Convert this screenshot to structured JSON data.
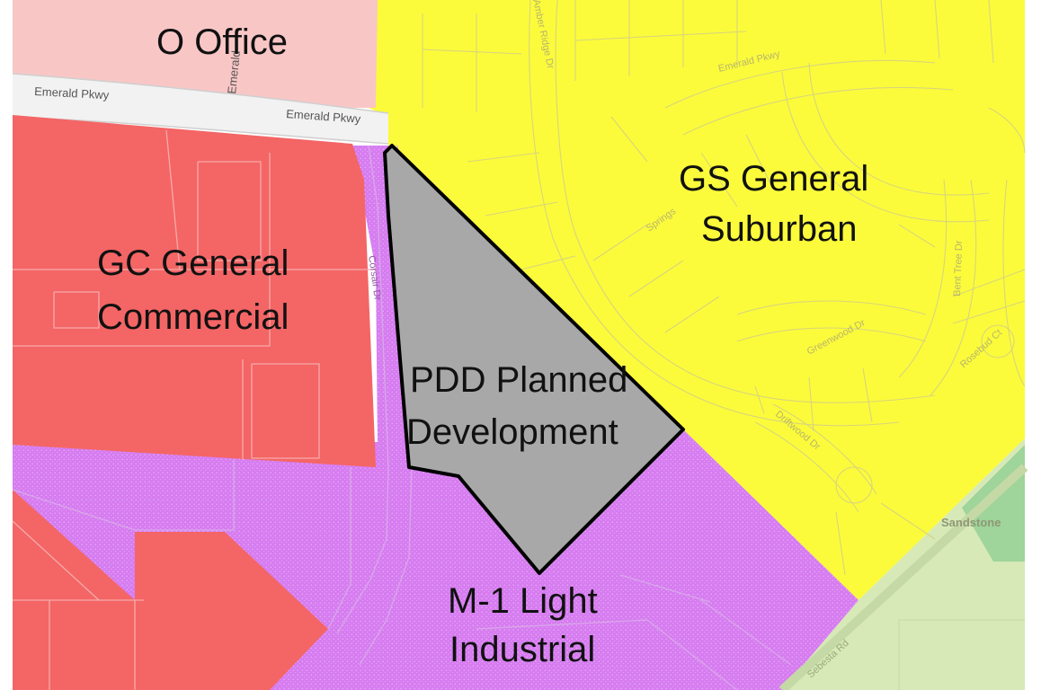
{
  "zones": {
    "office": "O Office",
    "general_suburban": [
      "GS General",
      "Suburban"
    ],
    "general_commercial": [
      "GC General",
      "Commercial"
    ],
    "planned_development": [
      "PDD Planned",
      "Development"
    ],
    "light_industrial": [
      "M-1 Light",
      "Industrial"
    ]
  },
  "streets": {
    "emerald_pkwy_west": "Emerald Pkwy",
    "emerald_pkwy_mid": "Emerald Pkwy",
    "emerald_pkwy_north": "Emerald Pkwy",
    "emerald_vertical": "Emerald",
    "amber_ridge": "Amber Ridge Dr",
    "springs": "Springs",
    "greenwood": "Greenwood Dr",
    "rosebud": "Rosebud Ct",
    "bent_tree": "Bent Tree Dr",
    "driftwood": "Driftwood Dr",
    "corsair": "Corsair Dr",
    "sebesta": "Sebesta Rd"
  },
  "places": {
    "sandstone": "Sandstone"
  },
  "colors": {
    "office": "#f9c6c6",
    "general_suburban": "#fbfb3c",
    "general_commercial": "#f46565",
    "planned_development": "#a8a8a8",
    "light_industrial": "#d67cf0",
    "park_light": "#d6e9b7",
    "park_green": "#9fd49a",
    "road": "#f2f2f2"
  }
}
